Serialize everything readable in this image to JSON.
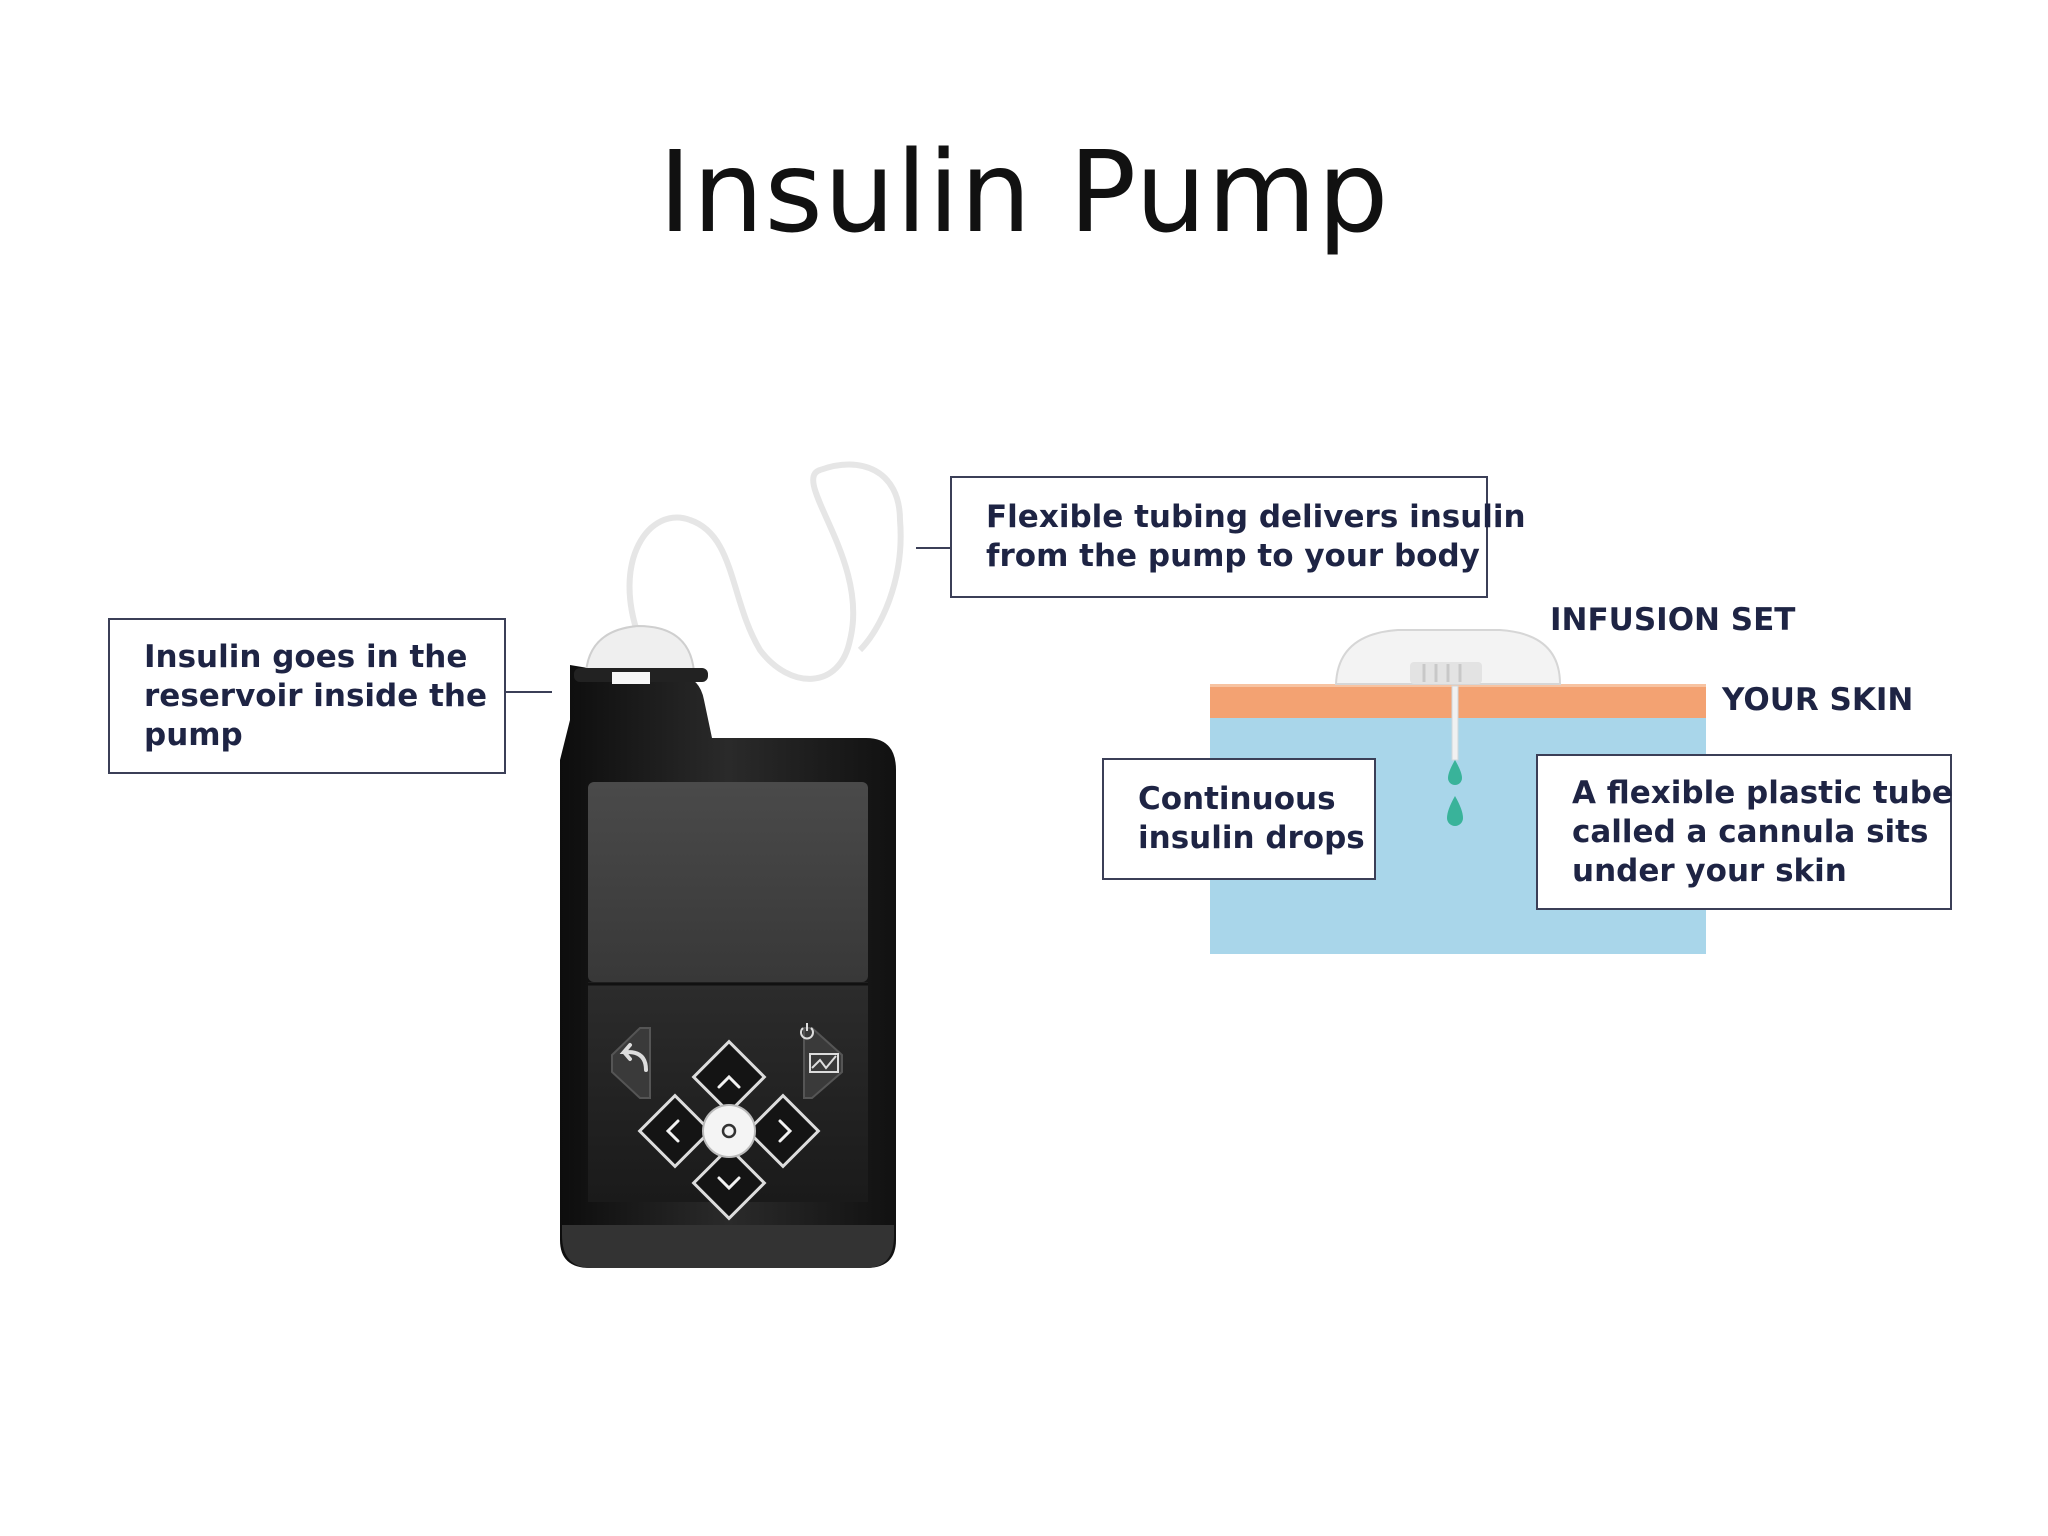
{
  "slide": {
    "title": "Insulin Pump"
  },
  "callouts": {
    "reservoir": [
      "Insulin goes in the",
      "reservoir inside the",
      "pump"
    ],
    "tubing": [
      "Flexible tubing delivers insulin",
      "from the pump to your body"
    ],
    "drops": [
      "Continuous",
      "insulin drops"
    ],
    "cannula": [
      "A flexible plastic tube",
      "called a cannula sits",
      "under your skin"
    ]
  },
  "labels": {
    "infusion_set": "INFUSION SET",
    "your_skin": "YOUR SKIN"
  },
  "colors": {
    "skin": "#f3a272",
    "tissue": "#a9d6ea",
    "drop": "#39b39a",
    "pump_body": "#1b1b1b",
    "callout_text": "#1e2444"
  },
  "icons": {
    "back": "back-arrow-icon",
    "power": "power-icon",
    "activity": "activity-graph-icon",
    "up": "chevron-up-icon",
    "down": "chevron-down-icon",
    "left": "chevron-left-icon",
    "right": "chevron-right-icon",
    "select": "select-circle-icon"
  }
}
